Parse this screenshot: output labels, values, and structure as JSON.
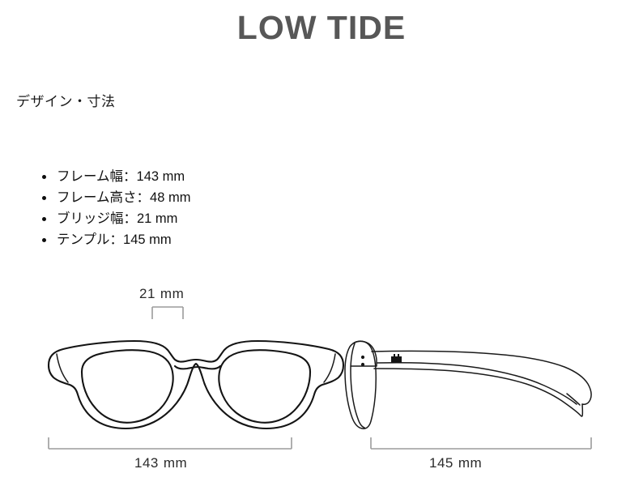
{
  "page": {
    "title": "LOW TIDE",
    "section_heading": "デザイン・寸法",
    "background_color": "#ffffff",
    "title_color": "#575757",
    "line_color": "#141414",
    "dim_line_color": "#9b9b9b"
  },
  "specs": [
    {
      "label": "フレーム幅：",
      "value": "143 mm"
    },
    {
      "label": "フレーム高さ：",
      "value": "48 mm"
    },
    {
      "label": "ブリッジ幅：",
      "value": "21 mm"
    },
    {
      "label": "テンプル：",
      "value": "145 mm"
    }
  ],
  "diagram": {
    "front_view": {
      "name": "sunglasses-front-view",
      "bridge_dimension": {
        "number": "21",
        "unit": "mm"
      },
      "width_dimension": {
        "number": "143",
        "unit": "mm"
      }
    },
    "side_view": {
      "name": "sunglasses-side-view",
      "temple_dimension": {
        "number": "145",
        "unit": "mm"
      },
      "temple_logo": "brand-logo-mark"
    }
  }
}
